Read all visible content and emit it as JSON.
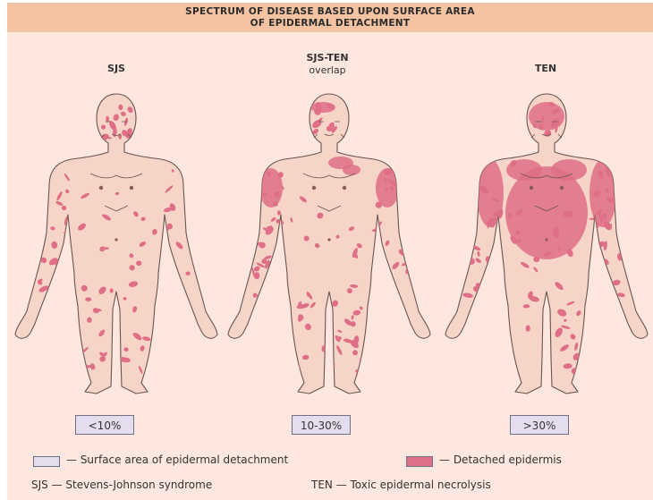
{
  "header": {
    "line1": "SPECTRUM OF DISEASE BASED UPON SURFACE AREA",
    "line2": "OF EPIDERMAL DETACHMENT"
  },
  "figures": [
    {
      "title_line1": "SJS",
      "title_line2": "",
      "percent": "<10%"
    },
    {
      "title_line1": "SJS-TEN",
      "title_line2": "overlap",
      "percent": "10-30%"
    },
    {
      "title_line1": "TEN",
      "title_line2": "",
      "percent": ">30%"
    }
  ],
  "legend": {
    "surface_area": "— Surface area of epidermal detachment",
    "detached": "— Detached epidermis",
    "sjs_def": "SJS — Stevens-Johnson syndrome",
    "ten_def": "TEN — Toxic epidermal necrolysis"
  },
  "colors": {
    "header_bg": "#f3c3a2",
    "panel_bg": "#fde7de",
    "skin": "#f6d4c8",
    "lesion": "#de6f86",
    "percent_box": "#e3dded"
  }
}
